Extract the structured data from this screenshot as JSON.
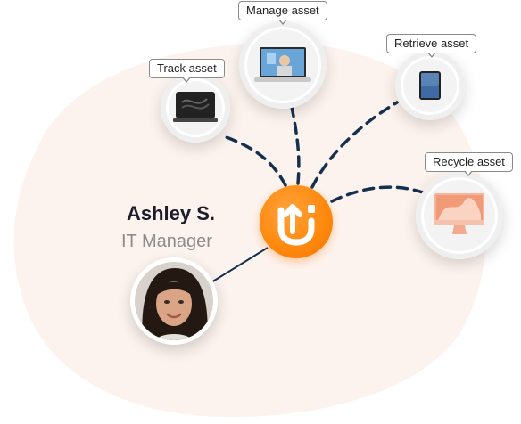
{
  "person": {
    "name": "Ashley S.",
    "role": "IT Manager"
  },
  "assets": [
    {
      "label": "Track asset",
      "icon": "macbook-pro-icon"
    },
    {
      "label": "Manage asset",
      "icon": "laptop-icon"
    },
    {
      "label": "Retrieve asset",
      "icon": "tablet-icon"
    },
    {
      "label": "Recycle asset",
      "icon": "imac-icon"
    }
  ],
  "colors": {
    "hub": "#ff8a10",
    "connector": "#15304f",
    "blob": "#fdf3ee"
  }
}
